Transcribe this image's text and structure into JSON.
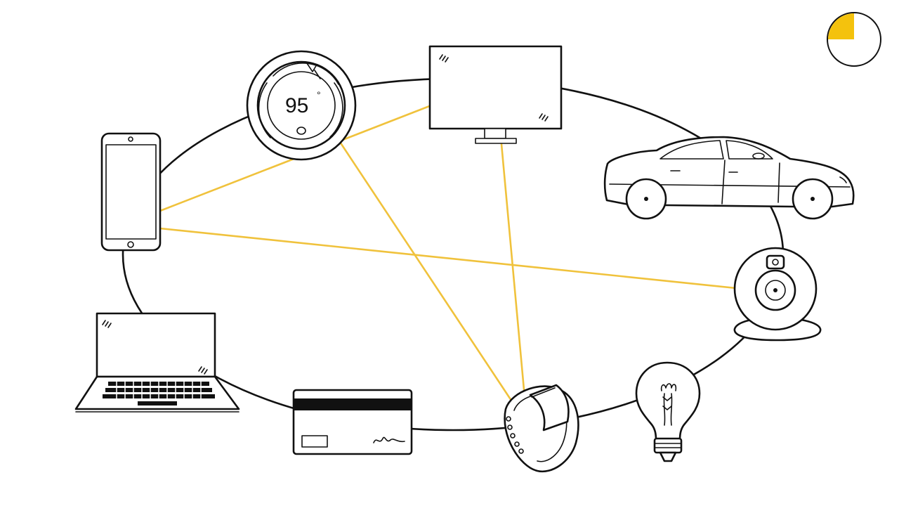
{
  "diagram": {
    "nodes": [
      {
        "id": "thermostat",
        "icon": "thermostat-icon"
      },
      {
        "id": "monitor",
        "icon": "monitor-icon"
      },
      {
        "id": "car",
        "icon": "car-icon"
      },
      {
        "id": "webcam",
        "icon": "webcam-icon"
      },
      {
        "id": "lightbulb",
        "icon": "lightbulb-icon"
      },
      {
        "id": "fitness-band",
        "icon": "fitness-band-icon"
      },
      {
        "id": "credit-card",
        "icon": "credit-card-icon"
      },
      {
        "id": "laptop",
        "icon": "laptop-icon"
      },
      {
        "id": "smartphone",
        "icon": "smartphone-icon"
      }
    ],
    "connections": [
      {
        "from": "smartphone",
        "to": "monitor"
      },
      {
        "from": "smartphone",
        "to": "webcam"
      },
      {
        "from": "thermostat",
        "to": "fitness-band"
      },
      {
        "from": "monitor",
        "to": "fitness-band"
      }
    ],
    "thermostat_reading": "95",
    "thermostat_unit": "°"
  },
  "progress_timer": {
    "icon": "progress-timer-icon",
    "progress_fraction": 0.25
  },
  "colors": {
    "connection": "#f0c23c",
    "ink": "#111111",
    "background": "#ffffff",
    "timer_fill": "#f4c20d"
  }
}
